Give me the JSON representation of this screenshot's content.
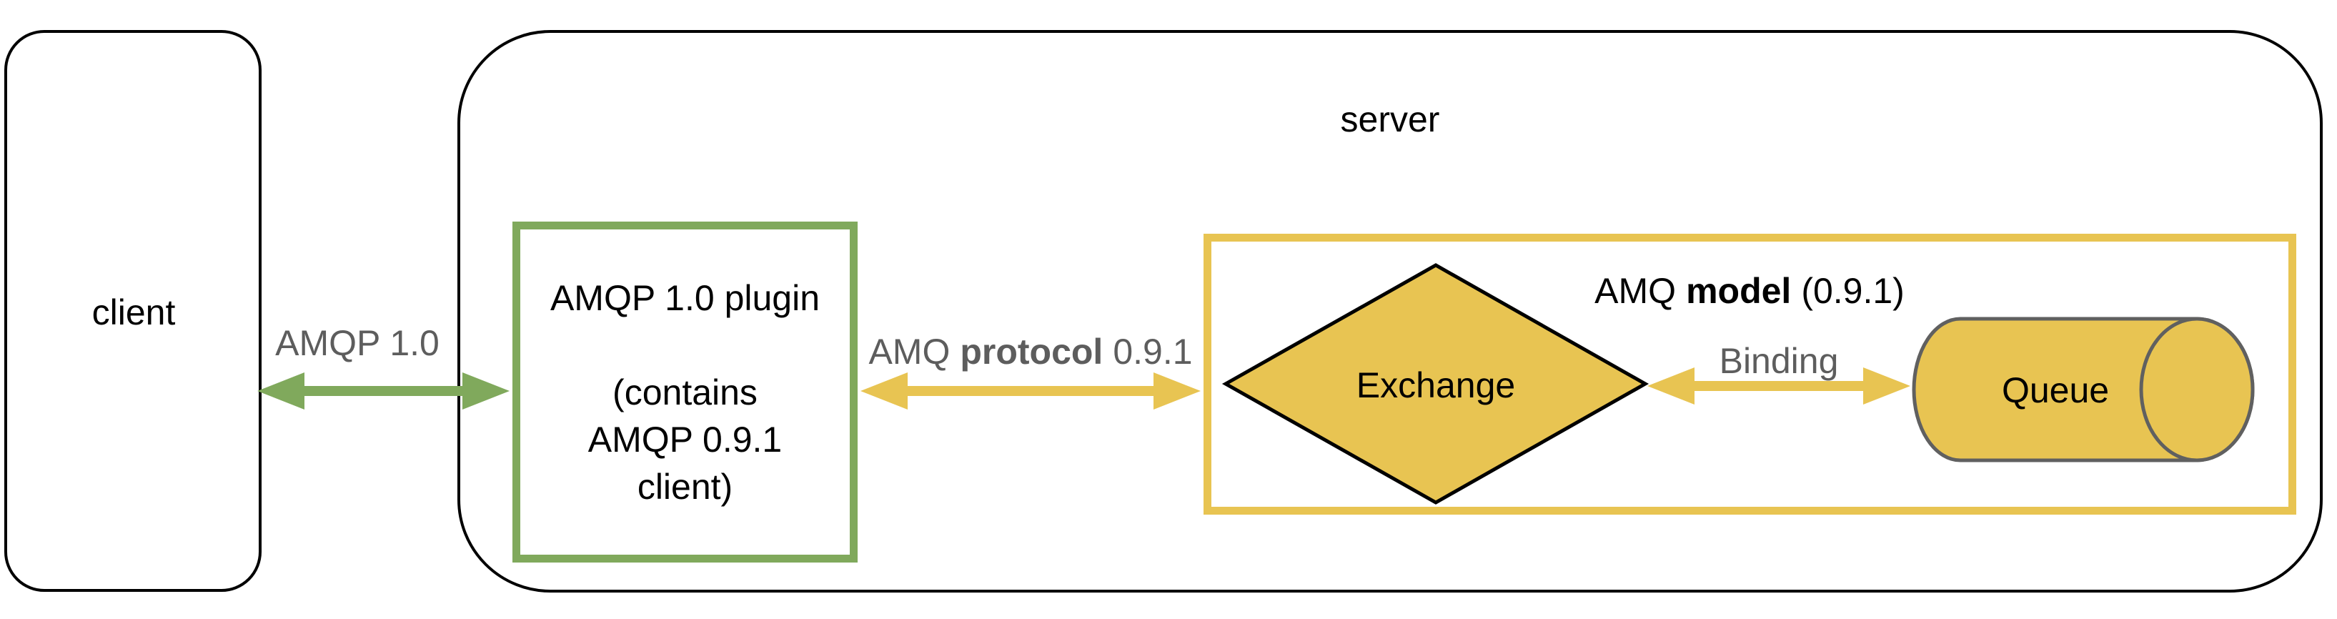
{
  "diagram": {
    "client_box": {
      "label": "client"
    },
    "server_box": {
      "label": "server"
    },
    "amqp10_link": {
      "label": "AMQP 1.0"
    },
    "plugin_box": {
      "title": "AMQP 1.0 plugin",
      "note_line1": "(contains",
      "note_line2": "AMQP 0.9.1",
      "note_line3": "client)"
    },
    "protocol_link": {
      "prefix": "AMQ",
      "bold": "protocol",
      "suffix": "0.9.1"
    },
    "model_box": {
      "title_prefix": "AMQ",
      "title_bold": "model",
      "title_suffix": "(0.9.1)"
    },
    "exchange": {
      "label": "Exchange"
    },
    "binding_link": {
      "label": "Binding"
    },
    "queue": {
      "label": "Queue"
    },
    "colors": {
      "green": "#80A95C",
      "yellow": "#E8C452",
      "label_gray": "#5D5D5D",
      "outline_black": "#000000",
      "queue_outline": "#606060"
    }
  }
}
